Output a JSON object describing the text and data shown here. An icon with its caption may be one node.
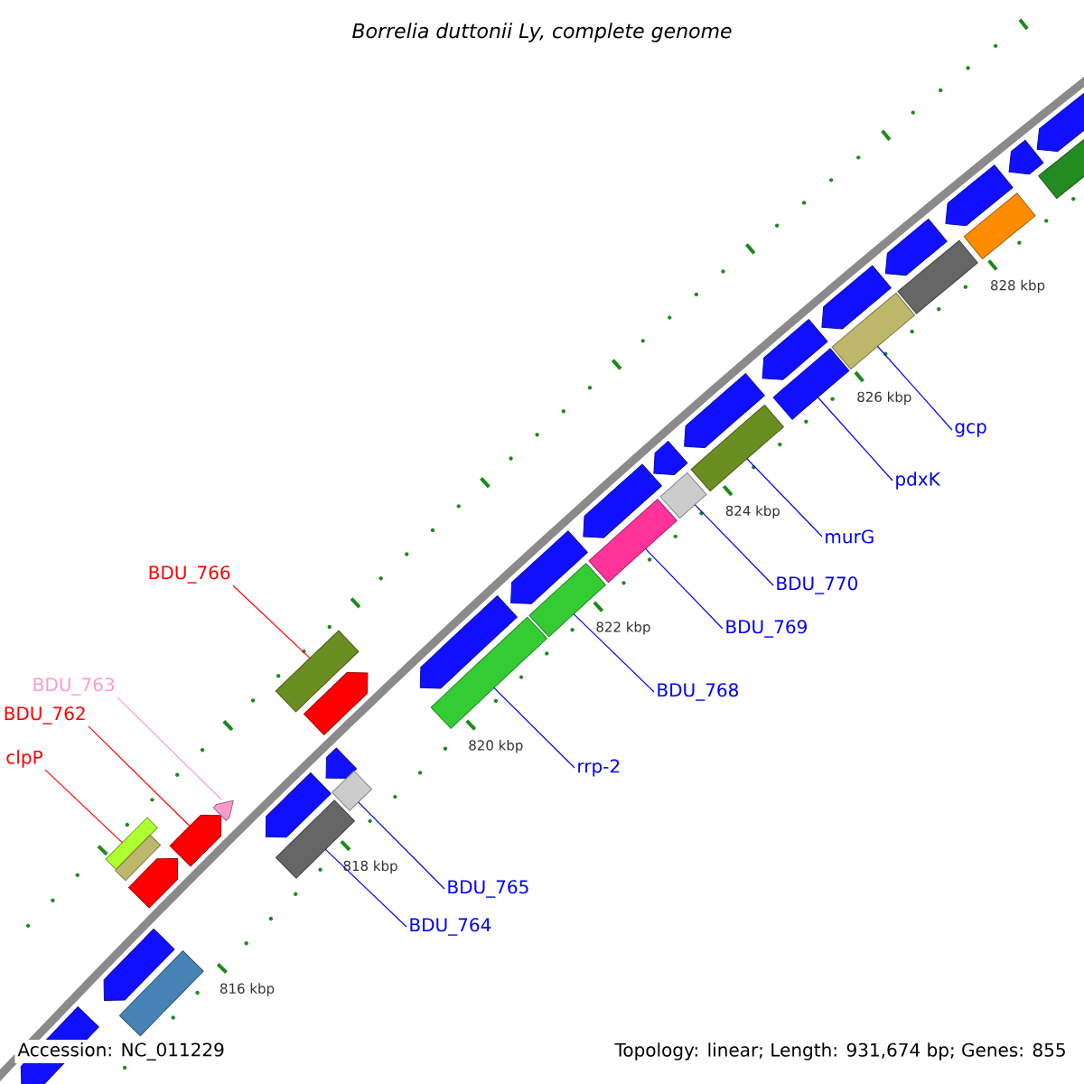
{
  "diagram": {
    "title": "Borrelia duttonii Ly, complete genome",
    "nodes": [
      {
        "text": [
          "gcp"
        ]
      },
      {
        "text": [
          "pdxK"
        ]
      },
      {
        "text": [
          "murG"
        ]
      },
      {
        "text": [
          "BDU_766"
        ]
      },
      {
        "text": [
          "BDU_770"
        ]
      },
      {
        "text": [
          "BDU_769"
        ]
      },
      {
        "text": [
          "BDU_763"
        ]
      },
      {
        "text": [
          "BDU_768"
        ]
      },
      {
        "text": [
          "BDU_762"
        ]
      },
      {
        "text": [
          "clpP"
        ]
      },
      {
        "text": [
          "rrp-2"
        ]
      },
      {
        "text": [
          "BDU_765"
        ]
      },
      {
        "text": [
          "BDU_764"
        ]
      },
      {
        "text": [],
        "shape": "pentagon"
      },
      {
        "text": [],
        "shape": "bar"
      },
      {
        "text": [],
        "shape": "pentagon"
      },
      {
        "text": [],
        "shape": "bar"
      },
      {
        "text": [],
        "shape": "pentagon"
      },
      {
        "text": [],
        "shape": "bar"
      },
      {
        "text": [],
        "shape": "pentagon"
      },
      {
        "text": [],
        "shape": "pentagon"
      },
      {
        "text": [],
        "shape": "pentagon"
      },
      {
        "text": [],
        "shape": "bar"
      },
      {
        "text": [],
        "shape": "bar"
      },
      {
        "text": [],
        "shape": "pentagon"
      },
      {
        "text": [],
        "shape": "pentagon"
      },
      {
        "text": [],
        "shape": "bar"
      },
      {
        "text": [],
        "shape": "pentagon"
      },
      {
        "text": [],
        "shape": "bar"
      },
      {
        "text": [],
        "shape": "pentagon"
      },
      {
        "text": [],
        "shape": "bar"
      },
      {
        "text": [],
        "shape": "pentagon"
      },
      {
        "text": [],
        "shape": "bar"
      },
      {
        "text": [],
        "shape": "pentagon"
      },
      {
        "text": [],
        "shape": "bar"
      },
      {
        "text": [],
        "shape": "pentagon"
      },
      {
        "text": [],
        "shape": "bar"
      },
      {
        "text": [],
        "shape": "pentagon"
      },
      {
        "text": [],
        "shape": "bar"
      },
      {
        "text": [],
        "shape": "pentagon"
      },
      {
        "text": [],
        "shape": "bar"
      },
      {
        "text": [],
        "shape": "pentagon"
      },
      {
        "text": [],
        "shape": "bar"
      },
      {
        "text": [],
        "shape": "pentagon"
      },
      {
        "text": [],
        "shape": "bar"
      },
      {
        "text": [],
        "shape": "pentagon"
      },
      {
        "text": [],
        "shape": "pentagon"
      },
      {
        "text": [],
        "shape": "bar"
      }
    ],
    "edges": [
      {
        "from": 0,
        "to": 40,
        "arrow": "none"
      },
      {
        "from": 1,
        "to": 38,
        "arrow": "none"
      },
      {
        "from": 2,
        "to": 36,
        "arrow": "none"
      },
      {
        "from": 3,
        "to": 23,
        "arrow": "none",
        "color": "#ff0000"
      },
      {
        "from": 4,
        "to": 34,
        "arrow": "none"
      },
      {
        "from": 5,
        "to": 32,
        "arrow": "none"
      },
      {
        "from": 6,
        "to": 20,
        "arrow": "none",
        "color": "#ff99cc"
      },
      {
        "from": 7,
        "to": 30,
        "arrow": "none"
      },
      {
        "from": 8,
        "to": 19,
        "arrow": "none",
        "color": "#ff0000"
      },
      {
        "from": 9,
        "to": 14,
        "arrow": "none",
        "color": "#ff0000"
      },
      {
        "from": 10,
        "to": 28,
        "arrow": "none"
      },
      {
        "from": 11,
        "to": 26,
        "arrow": "none"
      },
      {
        "from": 12,
        "to": 22,
        "arrow": "none"
      }
    ],
    "labels": [
      "828 kbp",
      "826 kbp",
      "824 kbp",
      "822 kbp",
      "820 kbp",
      "818 kbp",
      "816 kbp",
      "Accession: NC_011229",
      "Topology: linear; Length: 931,674 bp; Genes: 855"
    ]
  }
}
